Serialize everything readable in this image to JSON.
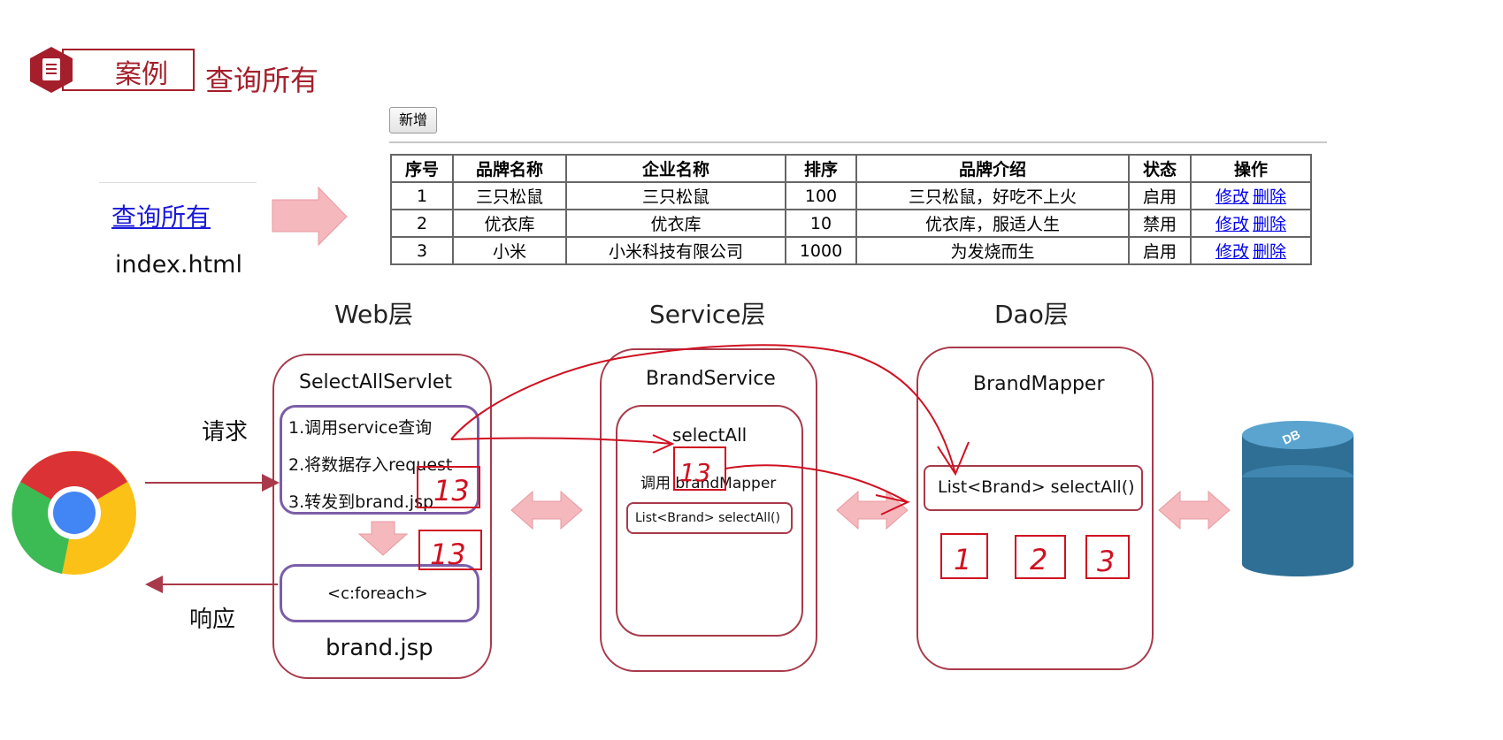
{
  "header": {
    "badge_label": "案例",
    "title": "查询所有"
  },
  "toolbar": {
    "add_label": "新增"
  },
  "table": {
    "headers": [
      "序号",
      "品牌名称",
      "企业名称",
      "排序",
      "品牌介绍",
      "状态",
      "操作"
    ],
    "rows": [
      {
        "id": "1",
        "brand": "三只松鼠",
        "company": "三只松鼠",
        "order": "100",
        "desc": "三只松鼠，好吃不上火",
        "status": "启用"
      },
      {
        "id": "2",
        "brand": "优衣库",
        "company": "优衣库",
        "order": "10",
        "desc": "优衣库，服适人生",
        "status": "禁用"
      },
      {
        "id": "3",
        "brand": "小米",
        "company": "小米科技有限公司",
        "order": "1000",
        "desc": "为发烧而生",
        "status": "启用"
      }
    ],
    "edit_label": "修改",
    "delete_label": "删除"
  },
  "left": {
    "query_link": "查询所有",
    "file": "index.html"
  },
  "layers": {
    "web": "Web层",
    "service": "Service层",
    "dao": "Dao层"
  },
  "web": {
    "servlet": "SelectAllServlet",
    "step1": "1.调用service查询",
    "step2": "2.将数据存入request",
    "step3": "3.转发到brand.jsp",
    "foreach": "<c:foreach>",
    "jsp": "brand.jsp"
  },
  "service": {
    "name": "BrandService",
    "method": "selectAll",
    "call": "调用 brandMapper",
    "sig": "List<Brand> selectAll()"
  },
  "dao": {
    "name": "BrandMapper",
    "sig": "List<Brand> selectAll()"
  },
  "labels": {
    "request": "请求",
    "response": "响应",
    "db": "DB"
  },
  "handwritten": {
    "box_a": "13",
    "box_b": "13",
    "box_c": "13",
    "n1": "1",
    "n2": "2",
    "n3": "3"
  },
  "colors": {
    "accent": "#a41f2b",
    "box_border": "#a83a4a",
    "purple": "#7b5ea8",
    "ink": "#d01020",
    "arrow_fill": "#f5b8bc",
    "db": "#2f6f95"
  }
}
